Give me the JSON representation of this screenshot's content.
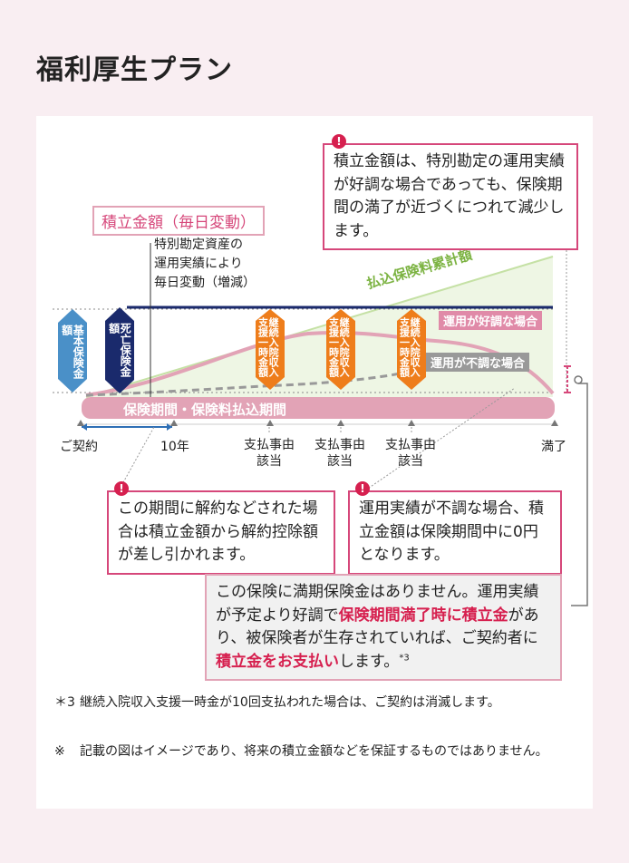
{
  "page": {
    "title": "福利厚生プラン"
  },
  "diagram": {
    "accumulation_label": "積立金額（毎日変動）",
    "special_account_note": [
      "特別勘定資産の",
      "運用実績により",
      "毎日変動（増減）"
    ],
    "premium_cumulative_label": "払込保険料累計額",
    "basic_insurance_label": [
      "基本保険",
      "金額"
    ],
    "death_insurance_label": [
      "死亡保険",
      "金額"
    ],
    "lump_sum_label": [
      "継続入院収入",
      "支援一時金額"
    ],
    "good_performance_label": "運用が好調な場合",
    "poor_performance_label": "運用が不調な場合",
    "period_bar_label": "保険期間・保険料払込期間",
    "timeline": {
      "start": "ご契約",
      "year10": "10年",
      "event": [
        "支払事由",
        "該当"
      ],
      "end": "満了"
    },
    "exclamation": "!"
  },
  "callouts": {
    "top_right": "積立金額は、特別勘定の運用実績が好調な場合であっても、保険期間の満了が近づくにつれて減少します。",
    "bottom_left": "この期間に解約などされた場合は積立金額から解約控除額が差し引かれます。",
    "bottom_right": "運用実績が不調な場合、積立金額は保険期間中に0円となります。",
    "maturity": {
      "part1": "この保険に満期保険金はありません。運用実績が予定より好調で",
      "highlight1": "保険期間満了時に積立金",
      "part2": "があり、被保険者が生存されていれば、ご契約者に",
      "highlight2": "積立金をお支払い",
      "part3": "します。",
      "sup": "*3"
    }
  },
  "footnotes": [
    {
      "mark": "＊3",
      "text": "継続入院収入支援一時金が10回支払われた場合は、ご契約は消滅します。"
    },
    {
      "mark": "※",
      "text": "記載の図はイメージであり、将来の積立金額などを保証するものではありません。"
    }
  ],
  "colors": {
    "pink": "#d6477a",
    "pink_light": "#e2a3b6",
    "navy": "#1a2a6c",
    "blue": "#4a90c8",
    "orange": "#ee7d1b",
    "green": "#9ccc65",
    "gray": "#999999"
  }
}
